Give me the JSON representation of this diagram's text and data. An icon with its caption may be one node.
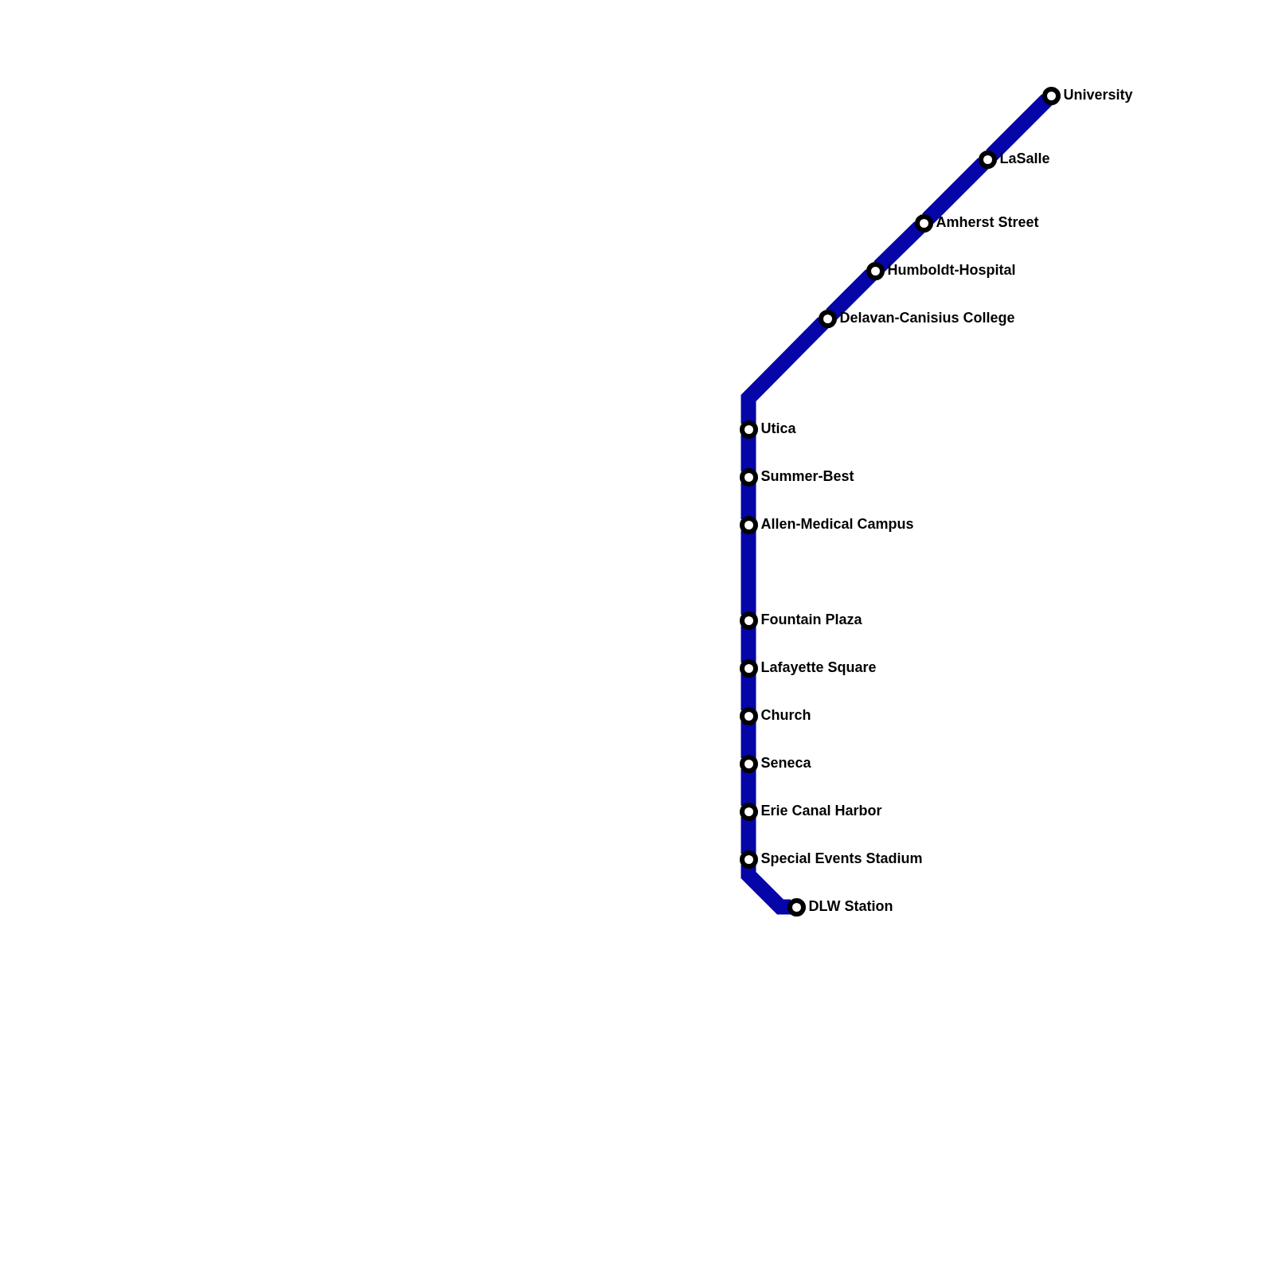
{
  "diagram": {
    "nodes": [
      {
        "text": [],
        "shape": "circle",
        "beside": [
          "University"
        ]
      },
      {
        "text": [],
        "shape": "circle",
        "beside": [
          "LaSalle"
        ]
      },
      {
        "text": [],
        "shape": "circle",
        "beside": [
          "Amherst Street"
        ]
      },
      {
        "text": [],
        "shape": "circle",
        "beside": [
          "Humboldt-Hospital"
        ]
      },
      {
        "text": [],
        "shape": "circle",
        "beside": [
          "Delavan-Canisius College"
        ]
      },
      {
        "text": [],
        "shape": "circle",
        "beside": [
          "Utica"
        ]
      },
      {
        "text": [],
        "shape": "circle",
        "beside": [
          "Summer-Best"
        ]
      },
      {
        "text": [],
        "shape": "circle",
        "beside": [
          "Allen-Medical Campus"
        ]
      },
      {
        "text": [],
        "shape": "circle",
        "beside": [
          "Fountain Plaza"
        ]
      },
      {
        "text": [],
        "shape": "circle",
        "beside": [
          "Lafayette Square"
        ]
      },
      {
        "text": [],
        "shape": "circle",
        "beside": [
          "Church"
        ]
      },
      {
        "text": [],
        "shape": "circle",
        "beside": [
          "Seneca"
        ]
      },
      {
        "text": [],
        "shape": "circle",
        "beside": [
          "Erie Canal Harbor"
        ]
      },
      {
        "text": [],
        "shape": "circle",
        "beside": [
          "Special Events Stadium"
        ]
      },
      {
        "text": [],
        "shape": "circle",
        "beside": [
          "DLW Station"
        ]
      }
    ],
    "edges": [
      {
        "from": 0,
        "to": 1,
        "arrow": "none"
      },
      {
        "from": 1,
        "to": 2,
        "arrow": "none"
      },
      {
        "from": 2,
        "to": 3,
        "arrow": "none"
      },
      {
        "from": 3,
        "to": 4,
        "arrow": "none"
      },
      {
        "from": 4,
        "to": 5,
        "arrow": "none"
      },
      {
        "from": 5,
        "to": 6,
        "arrow": "none"
      },
      {
        "from": 6,
        "to": 7,
        "arrow": "none"
      },
      {
        "from": 7,
        "to": 8,
        "arrow": "none"
      },
      {
        "from": 8,
        "to": 9,
        "arrow": "none"
      },
      {
        "from": 9,
        "to": 10,
        "arrow": "none"
      },
      {
        "from": 10,
        "to": 11,
        "arrow": "none"
      },
      {
        "from": 11,
        "to": 12,
        "arrow": "none"
      },
      {
        "from": 12,
        "to": 13,
        "arrow": "none"
      },
      {
        "from": 13,
        "to": 14,
        "arrow": "none"
      }
    ]
  }
}
